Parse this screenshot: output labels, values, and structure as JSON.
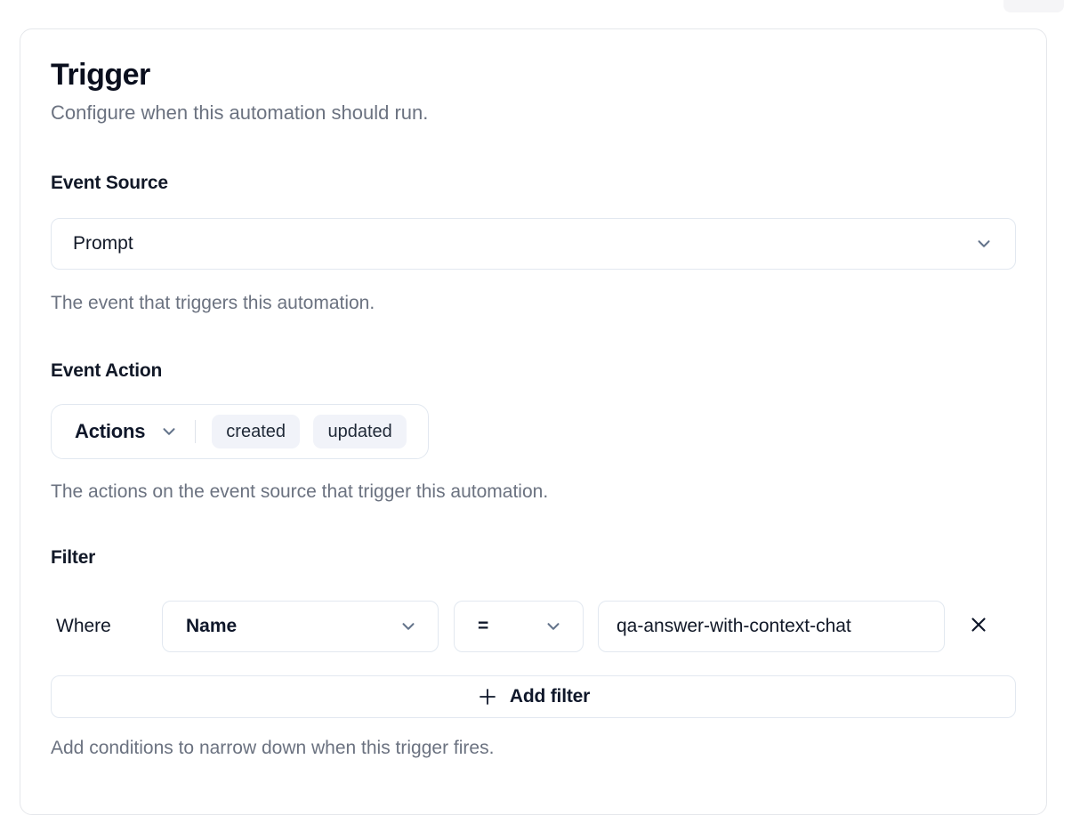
{
  "card": {
    "title": "Trigger",
    "subtitle": "Configure when this automation should run."
  },
  "event_source": {
    "label": "Event Source",
    "selected": "Prompt",
    "help": "The event that triggers this automation."
  },
  "event_action": {
    "label": "Event Action",
    "dropdown_label": "Actions",
    "selected_actions": [
      "created",
      "updated"
    ],
    "help": "The actions on the event source that trigger this automation."
  },
  "filter": {
    "label": "Filter",
    "where_label": "Where",
    "field_selected": "Name",
    "operator_selected": "=",
    "value": "qa-answer-with-context-chat",
    "add_filter_label": "Add filter",
    "help": "Add conditions to narrow down when this trigger fires."
  },
  "colors": {
    "card_border": "#e5e7eb",
    "control_border": "#e2e8f0",
    "chip_background": "#f1f3f9",
    "heading_text": "#0a0f1e",
    "muted_text": "#6b7280",
    "icon_gray": "#64748b"
  }
}
